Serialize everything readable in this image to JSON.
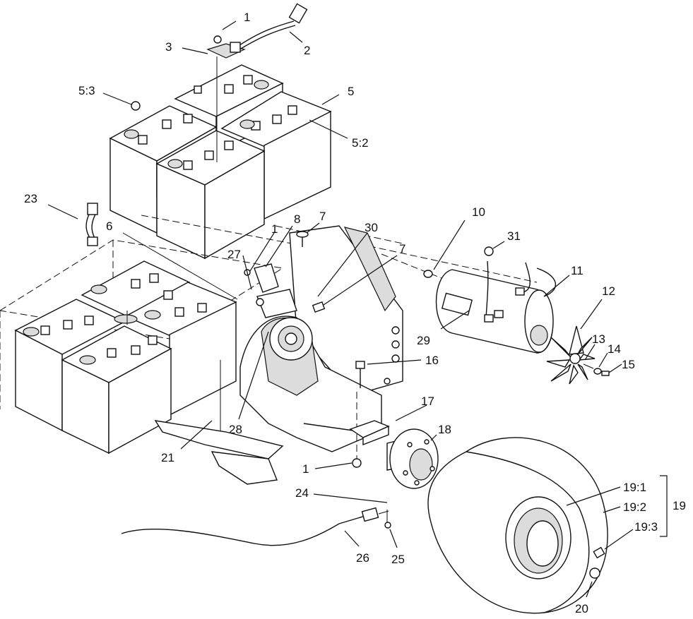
{
  "callouts": [
    {
      "id": "c1a",
      "text": "1"
    },
    {
      "id": "c2",
      "text": "2"
    },
    {
      "id": "c3",
      "text": "3"
    },
    {
      "id": "c53",
      "text": "5:3"
    },
    {
      "id": "c5",
      "text": "5"
    },
    {
      "id": "c52",
      "text": "5:2"
    },
    {
      "id": "c23",
      "text": "23"
    },
    {
      "id": "c6",
      "text": "6"
    },
    {
      "id": "c1b",
      "text": "1"
    },
    {
      "id": "c8",
      "text": "8"
    },
    {
      "id": "c7a",
      "text": "7"
    },
    {
      "id": "c30",
      "text": "30"
    },
    {
      "id": "c10",
      "text": "10"
    },
    {
      "id": "c31",
      "text": "31"
    },
    {
      "id": "c27",
      "text": "27"
    },
    {
      "id": "c7b",
      "text": "7"
    },
    {
      "id": "c11",
      "text": "11"
    },
    {
      "id": "c12",
      "text": "12"
    },
    {
      "id": "c29",
      "text": "29"
    },
    {
      "id": "c13",
      "text": "13"
    },
    {
      "id": "c14",
      "text": "14"
    },
    {
      "id": "c15",
      "text": "15"
    },
    {
      "id": "c16",
      "text": "16"
    },
    {
      "id": "c17",
      "text": "17"
    },
    {
      "id": "c18",
      "text": "18"
    },
    {
      "id": "c21",
      "text": "21"
    },
    {
      "id": "c28",
      "text": "28"
    },
    {
      "id": "c1c",
      "text": "1"
    },
    {
      "id": "c24",
      "text": "24"
    },
    {
      "id": "c191",
      "text": "19:1"
    },
    {
      "id": "c192",
      "text": "19:2"
    },
    {
      "id": "c19",
      "text": "19"
    },
    {
      "id": "c193",
      "text": "19:3"
    },
    {
      "id": "c26",
      "text": "26"
    },
    {
      "id": "c25",
      "text": "25"
    },
    {
      "id": "c20",
      "text": "20"
    }
  ],
  "colors": {
    "line": "#111111",
    "background": "#ffffff",
    "shade": "#dcdcdc"
  }
}
